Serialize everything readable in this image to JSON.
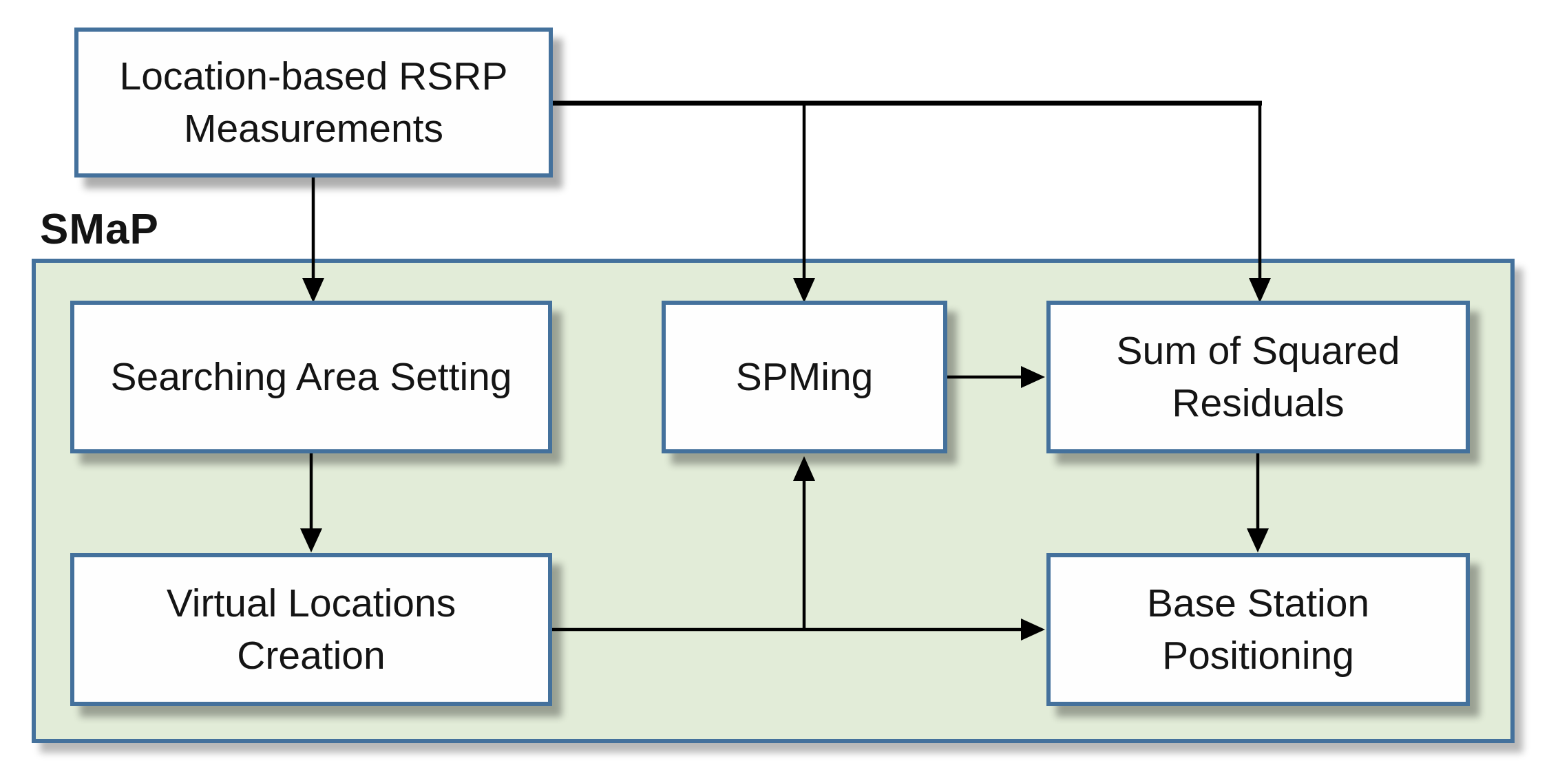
{
  "page": {
    "background": "#ffffff"
  },
  "diagram": {
    "group_label": "SMaP",
    "nodes": {
      "location_rsrp": {
        "label": "Location-based RSRP\nMeasurements"
      },
      "searching_area": {
        "label": "Searching Area Setting"
      },
      "spming": {
        "label": "SPMing"
      },
      "sum_squared": {
        "label": "Sum of Squared\nResiduals"
      },
      "virtual_locations": {
        "label": "Virtual Locations\nCreation"
      },
      "base_station": {
        "label": "Base Station\nPositioning"
      }
    },
    "edges": [
      {
        "from": "location_rsrp",
        "to": "searching_area"
      },
      {
        "from": "location_rsrp",
        "to": "spming"
      },
      {
        "from": "location_rsrp",
        "to": "sum_squared"
      },
      {
        "from": "searching_area",
        "to": "virtual_locations"
      },
      {
        "from": "spming",
        "to": "sum_squared"
      },
      {
        "from": "sum_squared",
        "to": "base_station"
      },
      {
        "from": "virtual_locations",
        "to": "spming"
      },
      {
        "from": "virtual_locations",
        "to": "base_station"
      }
    ],
    "colors": {
      "page_bg": "#ffffff",
      "box_fill": "#fefefe",
      "box_border": "#44719c",
      "container_fill": "#e2ecd8",
      "container_border": "#44719c",
      "arrow": "#000000",
      "text": "#141414"
    }
  }
}
